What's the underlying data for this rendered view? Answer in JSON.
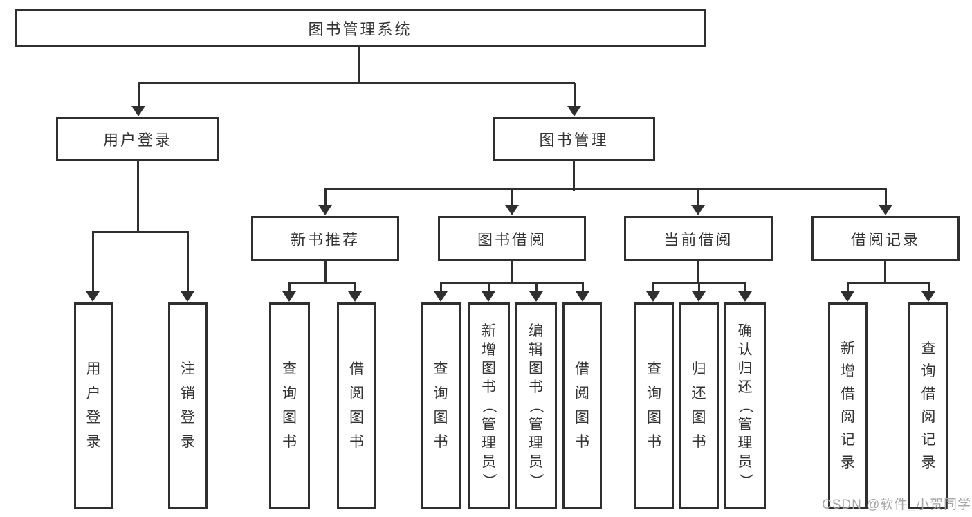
{
  "title": {
    "label": "图书管理系统"
  },
  "branches": {
    "user_login": {
      "label": "用户登录",
      "children": [
        {
          "label": "用户登录"
        },
        {
          "label": "注销登录"
        }
      ]
    },
    "book_management": {
      "label": "图书管理",
      "sections": [
        {
          "label": "新书推荐",
          "children": [
            {
              "label": "查询图书"
            },
            {
              "label": "借阅图书"
            }
          ]
        },
        {
          "label": "图书借阅",
          "children": [
            {
              "label": "查询图书"
            },
            {
              "label": "新增图书（管理员）"
            },
            {
              "label": "编辑图书（管理员）"
            },
            {
              "label": "借阅图书"
            }
          ]
        },
        {
          "label": "当前借阅",
          "children": [
            {
              "label": "查询图书"
            },
            {
              "label": "归还图书"
            },
            {
              "label": "确认归还（管理员）"
            }
          ]
        },
        {
          "label": "借阅记录",
          "children": [
            {
              "label": "新增借阅记录"
            },
            {
              "label": "查询借阅记录"
            }
          ]
        }
      ]
    }
  },
  "watermark": {
    "text": "CSDN @软件_小贺同学"
  },
  "colors": {
    "line": "#2f2f2f",
    "text": "#333333",
    "watermark": "#a6a6a6",
    "background": "#ffffff"
  }
}
